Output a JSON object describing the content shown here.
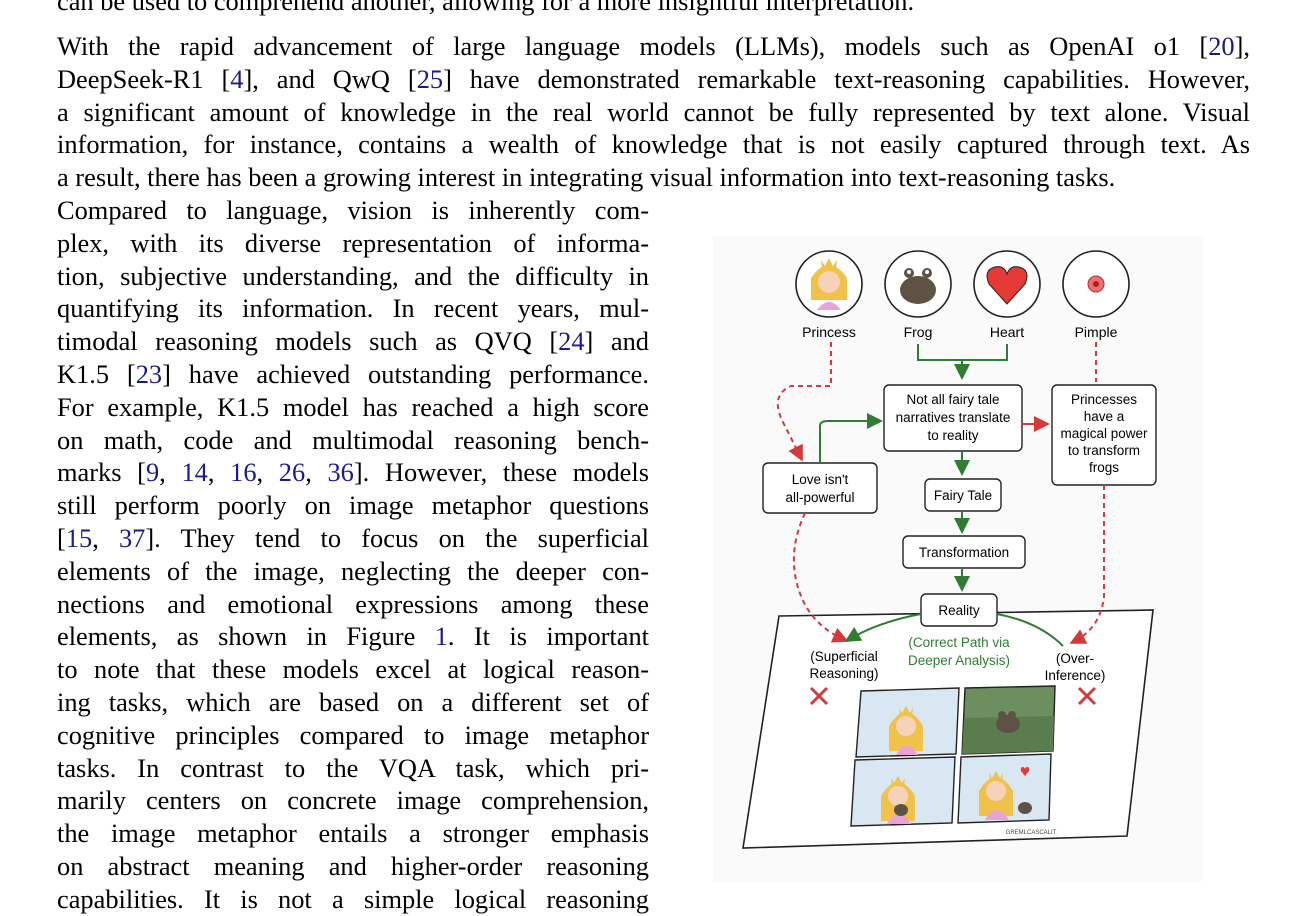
{
  "top_partial_line": "can be used to comprehend another, allowing for a more insightful interpretation.",
  "intro_paragraph": {
    "lines": [
      [
        "With the rapid advancement of large language models (LLMs), models such as OpenAI o1 [",
        "20",
        "],"
      ],
      [
        "DeepSeek-R1 [",
        "4",
        "], and QwQ [",
        "25",
        "] have demonstrated remarkable text-reasoning capabilities. However,"
      ],
      [
        "a significant amount of knowledge in the real world cannot be fully represented by text alone. Visual"
      ],
      [
        "information, for instance, contains a wealth of knowledge that is not easily captured through text. As"
      ],
      [
        "a result, there has been a growing interest in integrating visual information into text-reasoning tasks."
      ]
    ]
  },
  "left_column": {
    "lines": [
      [
        "Compared to language, vision is inherently com-"
      ],
      [
        "plex, with its diverse representation of informa-"
      ],
      [
        "tion, subjective understanding, and the difficulty in"
      ],
      [
        "quantifying its information. In recent years, mul-"
      ],
      [
        "timodal reasoning models such as QVQ [",
        "24",
        "] and"
      ],
      [
        "K1.5 [",
        "23",
        "] have achieved outstanding performance."
      ],
      [
        "For example, K1.5 model has reached a high score"
      ],
      [
        "on math, code and multimodal reasoning bench-"
      ],
      [
        "marks [",
        "9",
        ", ",
        "14",
        ", ",
        "16",
        ", ",
        "26",
        ", ",
        "36",
        "]. However, these models"
      ],
      [
        "still perform poorly on image metaphor questions"
      ],
      [
        "[",
        "15",
        ", ",
        "37",
        "].  They tend to focus on the superficial"
      ],
      [
        "elements of the image, neglecting the deeper con-"
      ],
      [
        "nections and emotional expressions among these"
      ],
      [
        "elements, as shown in Figure ",
        "1",
        ".  It is important"
      ],
      [
        "to note that these models excel at logical reason-"
      ],
      [
        "ing tasks, which are based on a different set of"
      ],
      [
        "cognitive principles compared to image metaphor"
      ],
      [
        "tasks.  In contrast to the VQA task, which pri-"
      ],
      [
        "marily centers on concrete image comprehension,"
      ],
      [
        "the image metaphor entails a stronger emphasis"
      ],
      [
        "on abstract meaning and higher-order reasoning"
      ],
      [
        "capabilities.  It is not a simple logical reasoning"
      ]
    ]
  },
  "figure": {
    "icons": [
      "Princess",
      "Frog",
      "Heart",
      "Pimple"
    ],
    "boxes": {
      "center_top": [
        "Not all fairy tale",
        "narratives translate",
        "to reality"
      ],
      "right": [
        "Princesses",
        "have a",
        "magical power",
        "to transform",
        "frogs"
      ],
      "left": [
        "Love isn't",
        "all-powerful"
      ],
      "fairy_tale": "Fairy Tale",
      "transformation": "Transformation",
      "reality": "Reality"
    },
    "labels": {
      "superficial": [
        "(Superficial",
        "Reasoning)"
      ],
      "correct": [
        "(Correct Path via",
        "Deeper Analysis)"
      ],
      "over": [
        "(Over-",
        "Inference)"
      ],
      "artist": "GREMLCASCALIT"
    },
    "colors": {
      "green": "#2e7d32",
      "red": "#d33a3a",
      "heart": "#e53935",
      "frog": "#5d5243",
      "skin": "#f6d2b8",
      "hair": "#f0c24a",
      "dress": "#e9a2d6",
      "cite": "#1a1a8c"
    }
  }
}
